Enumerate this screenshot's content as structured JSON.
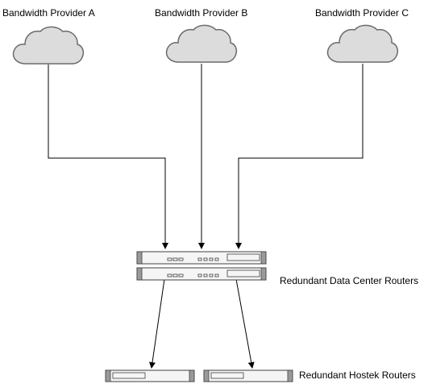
{
  "providers": [
    {
      "label": "Bandwidth Provider A"
    },
    {
      "label": "Bandwidth Provider B"
    },
    {
      "label": "Bandwidth Provider C"
    }
  ],
  "data_center": {
    "label": "Redundant Data Center Routers"
  },
  "hostek": {
    "label": "Redundant Hostek Routers"
  },
  "colors": {
    "cloud_fill": "#dcdcdc",
    "cloud_stroke": "#6b6b6b",
    "router_fill": "#f5f5f5",
    "router_stroke": "#404040",
    "router_cap": "#9a9a9a",
    "line": "#000000"
  },
  "icons": {
    "provider": "cloud-icon",
    "router": "router-icon"
  }
}
